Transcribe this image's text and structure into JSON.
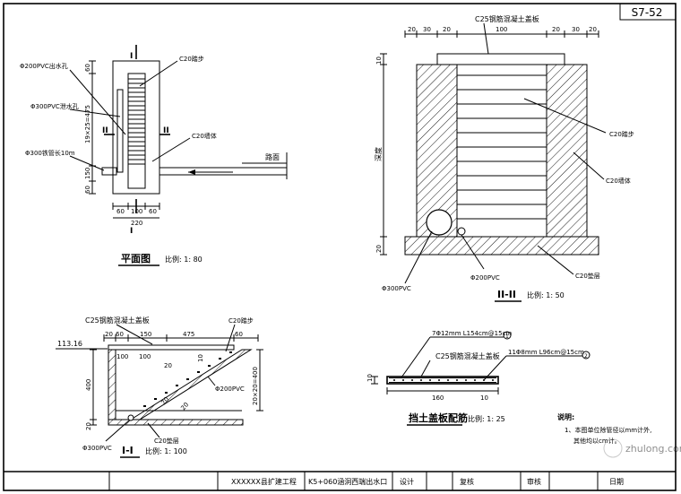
{
  "sheet_no": "S7-52",
  "plan": {
    "title": "平面图",
    "scale": "比例: 1: 80",
    "section_mark": "I",
    "section_mark_side": "II",
    "label_outlet_hole": "Φ200PVC出水孔",
    "label_inlet_hole": "Φ300PVC泄水孔",
    "label_pipe": "Φ300铁管长10m",
    "label_step": "C20踏步",
    "label_wall": "C20墙体",
    "label_road": "路面",
    "dim_top": "60",
    "dim_mid": "19×25=475",
    "dim_150": "150",
    "dim_bottom": "60",
    "dim_w1": "60",
    "dim_w2": "100",
    "dim_w3": "60",
    "dim_total": "220"
  },
  "section2": {
    "title": "II-II",
    "scale": "比例: 1: 50",
    "dims_top": [
      "20",
      "30",
      "20",
      "100",
      "20",
      "30",
      "20"
    ],
    "label_slab": "C25钢筋混凝土盖板",
    "label_step": "C20踏步",
    "label_wall": "C20墙体",
    "label_base": "C20垫层",
    "label_height": "深度",
    "dim_top": "10",
    "dim_bottom": "20",
    "label_pipe_left": "Φ300PVC",
    "label_pipe_right": "Φ200PVC"
  },
  "section1": {
    "title": "I-I",
    "scale": "比例: 1: 100",
    "label_slab": "C25钢筋混凝土盖板",
    "label_step": "C20踏步",
    "label_base": "C20垫层",
    "label_pvc_right": "Φ200PVC",
    "label_pvc_left": "Φ300PVC",
    "elevation": "113.16",
    "dims_top": [
      "20",
      "60",
      "150",
      "475",
      "60"
    ],
    "dims_inner": [
      "100",
      "100",
      "20"
    ],
    "dim_height": "400",
    "dim_bottom": "20",
    "dim_right": "20×20=400",
    "dim_10": "10",
    "dim_20a": "20",
    "dim_20b": "20"
  },
  "rebar": {
    "title": "挡土盖板配筋",
    "scale": "比例: 1: 25",
    "label_top": "7Φ12mm L154cm@15cm",
    "label_slab": "C25钢筋混凝土盖板",
    "label_right": "11Φ8mm L96cm@15cm",
    "circle_1": "1",
    "circle_2": "2",
    "dim_width": "160",
    "dim_thick": "10",
    "dim_side": "10"
  },
  "notes": {
    "heading": "说明:",
    "line1": "1、本图单位除管径以mm计外,",
    "line2": "其他均以cm计。"
  },
  "title_block": {
    "project": "XXXXXX县扩建工程",
    "drawing": "K5+060涵洞西端出水口",
    "design_label": "设计",
    "check_label": "复核",
    "review_label": "审核",
    "date_label": "日期"
  },
  "watermark": "zhulong.com"
}
